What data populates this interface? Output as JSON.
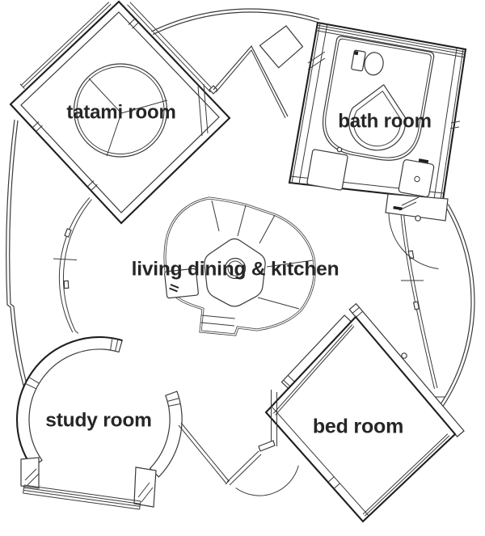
{
  "plan": {
    "type": "architectural-floor-plan",
    "colors": {
      "background": "#ffffff",
      "line": "#3a3a3a",
      "line_strong": "#1f1f1f",
      "text": "#262626"
    },
    "rooms": [
      {
        "id": "tatami-room",
        "label": "tatami room"
      },
      {
        "id": "bath-room",
        "label": "bath room"
      },
      {
        "id": "living-dining-kitchen",
        "label": "living dining & kitchen"
      },
      {
        "id": "study-room",
        "label": "study room"
      },
      {
        "id": "bed-room",
        "label": "bed room"
      }
    ]
  }
}
